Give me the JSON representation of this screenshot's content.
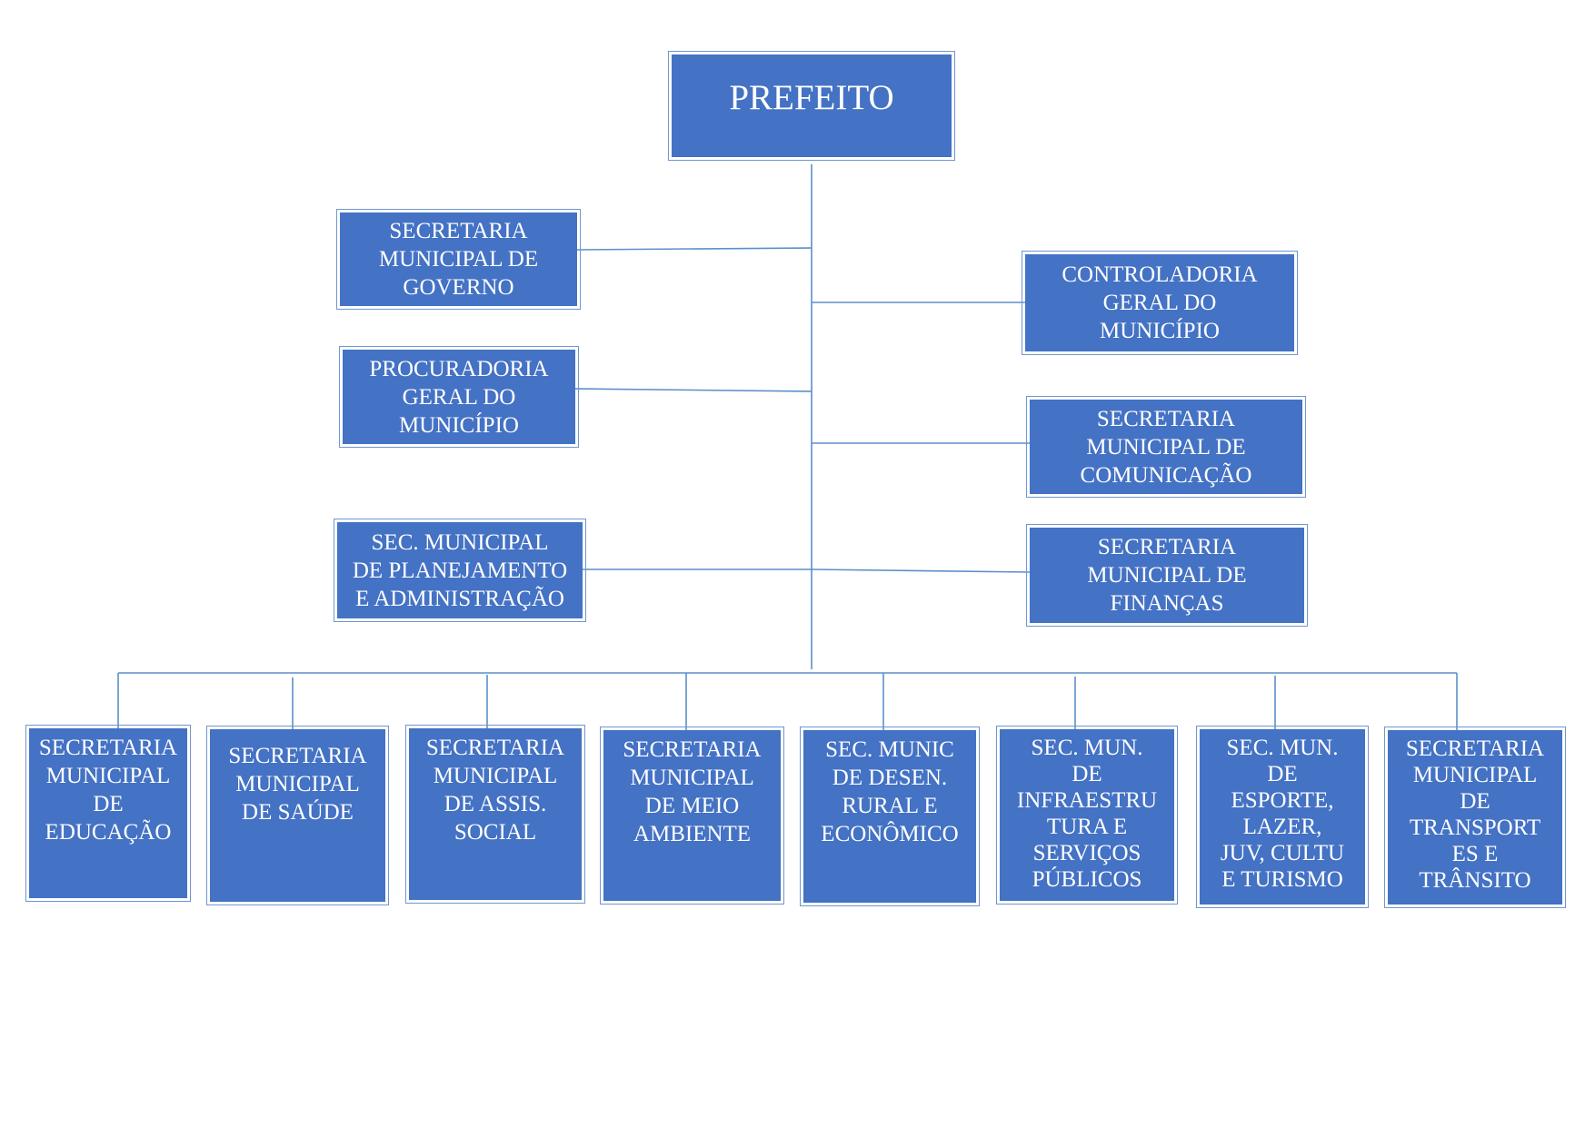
{
  "org_chart": {
    "head": {
      "label": "PREFEITO"
    },
    "left_units": [
      {
        "label": "SECRETARIA\nMUNICIPAL DE\nGOVERNO"
      },
      {
        "label": "PROCURADORIA\nGERAL DO\nMUNICÍPIO"
      },
      {
        "label": "SEC.  MUNICIPAL\nDE PLANEJAMENTO\nE ADMINISTRAÇÃO"
      }
    ],
    "right_units": [
      {
        "label": "CONTROLADORIA\nGERAL DO\nMUNICÍPIO"
      },
      {
        "label": "SECRETARIA\nMUNICIPAL DE\nCOMUNICAÇÃO"
      },
      {
        "label": "SECRETARIA\nMUNICIPAL DE\nFINANÇAS"
      }
    ],
    "bottom_units": [
      {
        "label": "SECRETARIA\nMUNICIPAL\nDE\nEDUCAÇÃO"
      },
      {
        "label": "SECRETARIA\nMUNICIPAL\nDE SAÚDE"
      },
      {
        "label": "SECRETARIA\nMUNICIPAL\nDE ASSIS.\nSOCIAL"
      },
      {
        "label": "SECRETARIA\nMUNICIPAL\nDE MEIO\nAMBIENTE"
      },
      {
        "label": "SEC. MUNIC\nDE DESEN.\nRURAL E\nECONÔMICO"
      },
      {
        "label": "SEC. MUN.\nDE\nINFRAESTRU\nTURA E\nSERVIÇOS\nPÚBLICOS"
      },
      {
        "label": "SEC.  MUN.\nDE\nESPORTE,\nLAZER,\nJUV, CULTU\nE TURISMO"
      },
      {
        "label": "SECRETARIA\nMUNICIPAL\nDE\nTRANSPORT\nES E\nTRÂNSITO"
      }
    ]
  },
  "colors": {
    "box_fill": "#4472c4",
    "box_outline": "#6f96cf",
    "connector": "#5b8fc9",
    "text": "#ffffff"
  }
}
